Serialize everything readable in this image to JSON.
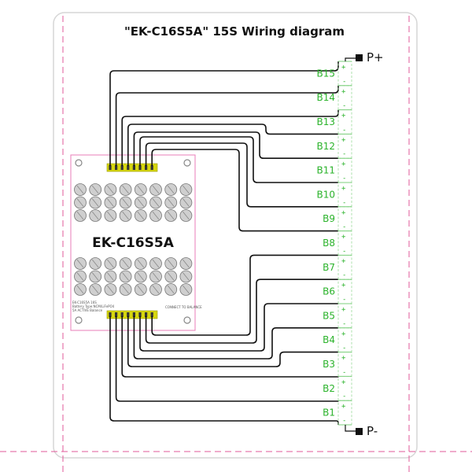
{
  "diagram": {
    "title": "\"EK-C16S5A\"  15S Wiring diagram",
    "board_label": "EK-C16S5A",
    "terminal_pos": "P+",
    "terminal_neg": "P-",
    "plus_sign": "+",
    "minus_sign": "-",
    "cells": [
      "B15",
      "B14",
      "B13",
      "B12",
      "B11",
      "B10",
      "B9",
      "B8",
      "B7",
      "B6",
      "B5",
      "B4",
      "B3",
      "B2",
      "B1"
    ],
    "board_small_print": [
      "EK-C16S5A  16S",
      "Battery Type:NCM/LiFePO4",
      "5A ACTIVE Balance"
    ],
    "board_side_print": [
      "CONNECT TO BALANCE"
    ],
    "colors": {
      "cell_label": "#2bb32b",
      "wire": "#111111",
      "frame": "#e05a9a",
      "board_outline": "#e87cb8",
      "connector": "#c8c80a"
    }
  }
}
